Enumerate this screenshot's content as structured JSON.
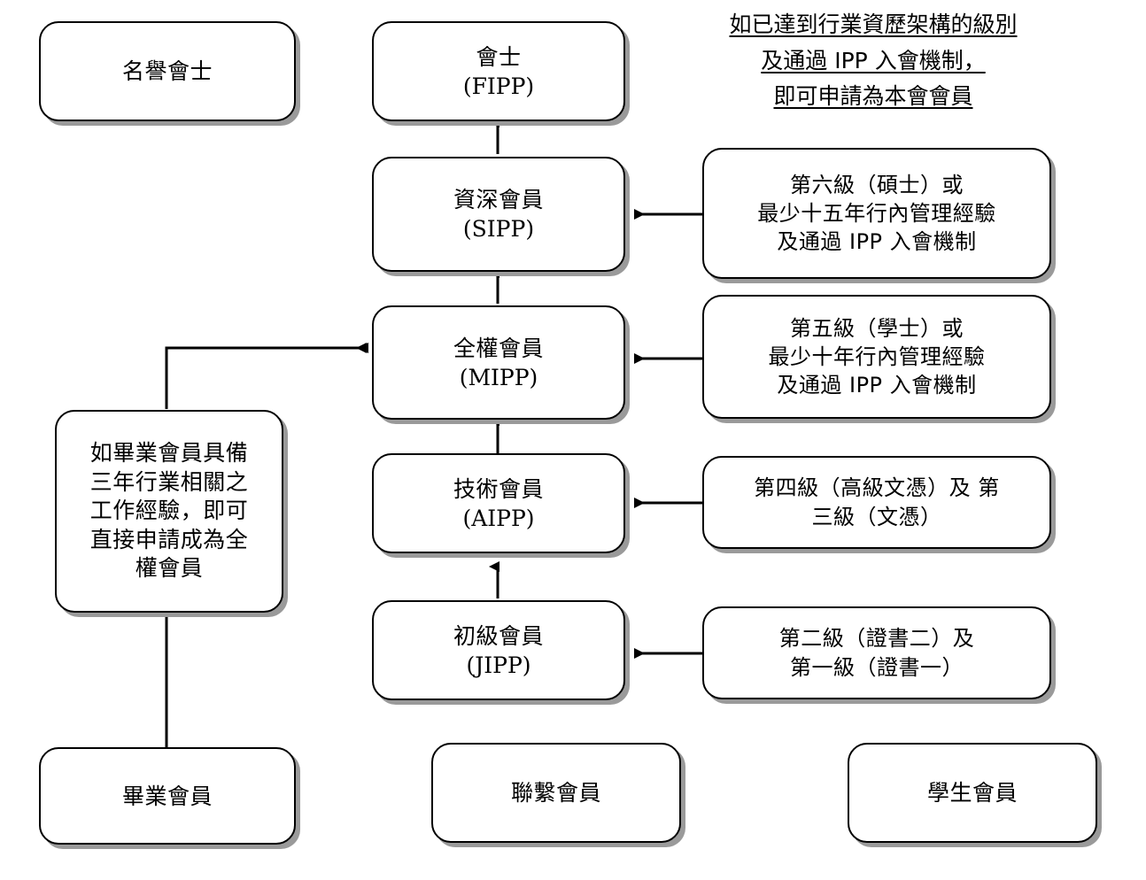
{
  "diagram": {
    "title": "IPP Membership Grade Pathway",
    "header_note": {
      "line1": "如已達到行業資歷架構的級別",
      "line2": "及通過 IPP 入會機制，",
      "line3": "即可申請為本會會員"
    },
    "nodes": {
      "honorary_fellow": {
        "zh": "名譽會士",
        "en": ""
      },
      "fellow": {
        "zh": "會士",
        "en": "(FIPP)"
      },
      "senior_member": {
        "zh": "資深會員",
        "en": "(SIPP)"
      },
      "full_member": {
        "zh": "全權會員",
        "en": "(MIPP)"
      },
      "technical_member": {
        "zh": "技術會員",
        "en": "(AIPP)"
      },
      "junior_member": {
        "zh": "初級會員",
        "en": "(JIPP)"
      },
      "graduate_member": {
        "zh": "畢業會員",
        "en": ""
      },
      "affiliate_member": {
        "zh": "聯繫會員",
        "en": ""
      },
      "student_member": {
        "zh": "學生會員",
        "en": ""
      },
      "graduate_note": {
        "line1": "如畢業會員具備",
        "line2": "三年行業相關之",
        "line3": "工作經驗，即可",
        "line4": "直接申請成為全",
        "line5": "權會員"
      },
      "req_level6": {
        "line1": "第六級（碩士）或",
        "line2": "最少十五年行內管理經驗",
        "line3": "及通過 IPP 入會機制"
      },
      "req_level5": {
        "line1": "第五級（學士）或",
        "line2": "最少十年行內管理經驗",
        "line3": "及通過 IPP 入會機制"
      },
      "req_level43": {
        "line1": "第四級（高級文憑）及 第",
        "line2": "三級（文憑）"
      },
      "req_level21": {
        "line1": "第二級（證書二）及",
        "line2": "第一級（證書一）"
      }
    },
    "colors": {
      "border": "#000000",
      "shadow": "#9a9a9a",
      "background": "#ffffff",
      "text": "#000000"
    }
  }
}
